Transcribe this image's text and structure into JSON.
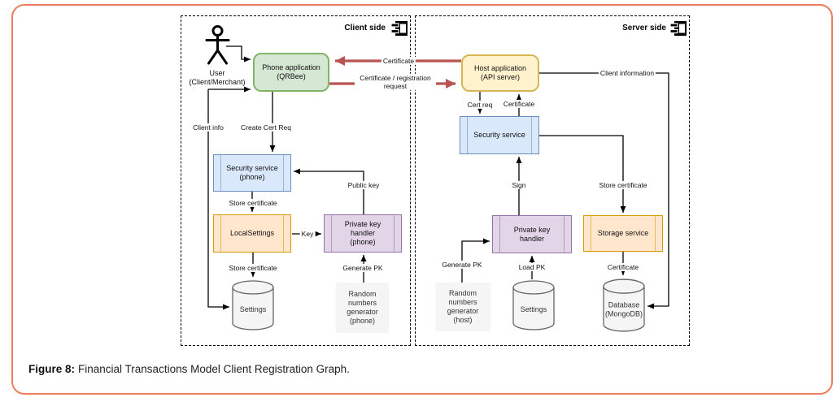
{
  "figure": {
    "caption_label": "Figure 8:",
    "caption_text": "Financial Transactions Model Client Registration Graph."
  },
  "colors": {
    "frame_accent": "#ED7D5E",
    "red_arrow": "#B85450",
    "green_fill": "#D5E8D4",
    "green_stroke": "#82B366",
    "yellow_fill": "#FFF2CC",
    "yellow_stroke": "#D6B656",
    "blue_fill": "#DAE8FC",
    "blue_stroke": "#6C8EBF",
    "orange_fill": "#FFE6CC",
    "orange_stroke": "#D79B00",
    "purple_fill": "#E1D5E7",
    "purple_stroke": "#9673A6",
    "gray_fill": "#F5F5F5",
    "gray_stroke": "#666666"
  },
  "containers": {
    "client": {
      "label": "Client side"
    },
    "server": {
      "label": "Server side"
    }
  },
  "nodes": {
    "user": {
      "lines": [
        "User",
        "(Client/Merchant)"
      ]
    },
    "phone_app": {
      "lines": [
        "Phone application",
        "(QRBee)"
      ]
    },
    "host_app": {
      "lines": [
        "Host application",
        "(API server)"
      ]
    },
    "sec_phone": {
      "lines": [
        "Security service",
        "(phone)"
      ]
    },
    "local_settings": {
      "lines": [
        "LocalSettings"
      ]
    },
    "pkh_phone": {
      "lines": [
        "Private key",
        "handler",
        "(phone)"
      ]
    },
    "settings_client": {
      "label": "Settings"
    },
    "rng_phone": {
      "lines": [
        "Random",
        "numbers",
        "generator",
        "(phone)"
      ]
    },
    "sec_server": {
      "lines": [
        "Security service"
      ]
    },
    "pkh_server": {
      "lines": [
        "Private key",
        "handler"
      ]
    },
    "storage_service": {
      "lines": [
        "Storage service"
      ]
    },
    "rng_host": {
      "lines": [
        "Random",
        "numbers",
        "generator",
        "(host)"
      ]
    },
    "settings_server": {
      "label": "Settings"
    },
    "database": {
      "lines": [
        "Database",
        "(MongoDB)"
      ]
    }
  },
  "edges": {
    "certificate_to_phone": "Certificate",
    "cert_reg_request": [
      "Certificate / registration",
      "request"
    ],
    "client_info": "Client info",
    "create_cert_req": "Create Cert Req",
    "store_certificate_phone": "Store certificate",
    "key": "Key",
    "public_key": "Public key",
    "generate_pk_phone": "Generate PK",
    "store_certificate_settings": "Store certificate",
    "cert_req": "Cert req",
    "certificate_to_host": "Certificate",
    "client_information": "Client information",
    "sign": "Sign",
    "store_certificate_server": "Store certificate",
    "generate_pk_host": "Generate PK",
    "load_pk": "Load PK",
    "certificate_to_db": "Certificate"
  }
}
